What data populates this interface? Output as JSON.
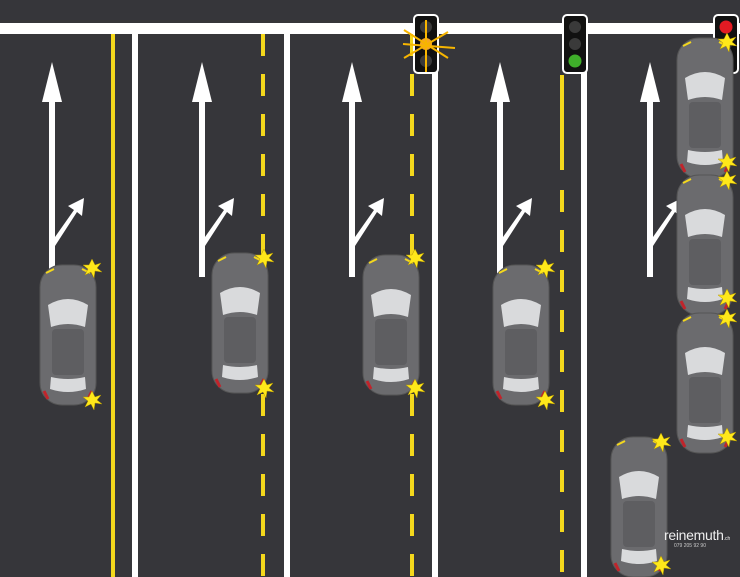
{
  "scene": {
    "title": "Multi-lane intersection with traffic lights",
    "lights": [
      {
        "lane": 3,
        "state": "amber-flashing"
      },
      {
        "lane": 4,
        "state": "green"
      },
      {
        "lane": 5,
        "state": "red"
      }
    ],
    "colors": {
      "road": "#36363a",
      "marking": "#ffffff",
      "yellow_line": "#f4d81c",
      "car": "#6b6b6e",
      "red": "#e31b23",
      "green": "#3fae2a",
      "amber": "#f6a623"
    }
  },
  "logo": {
    "name": "reinemuth",
    "tld": ".ch",
    "phone": "079 205 92 90"
  }
}
